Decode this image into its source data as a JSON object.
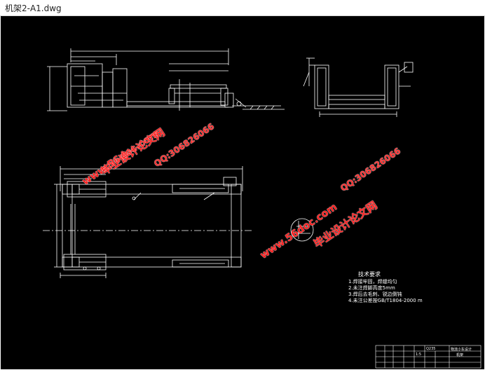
{
  "window": {
    "title": "机架2-A1.dwg"
  },
  "colors": {
    "background": "#000000",
    "lines": "#ffffff",
    "watermark": "#ff2020"
  },
  "watermarks": {
    "site": "www.56doc.com",
    "label": "毕业设计论文网",
    "qq": "QQ:306826066"
  },
  "drawing": {
    "tech_requirements": {
      "title": "技术要求",
      "items": [
        "1.焊接牢固，焊缝均匀",
        "2.未注焊脚高度5mm",
        "3.焊后去毛刺、锐边倒钝",
        "4.未注公差按GB/T1804-2000 m"
      ]
    },
    "title_block": {
      "drawing_name": "机架",
      "part_name": "物流小车设计",
      "material": "Q235",
      "scale": "1:5"
    }
  }
}
